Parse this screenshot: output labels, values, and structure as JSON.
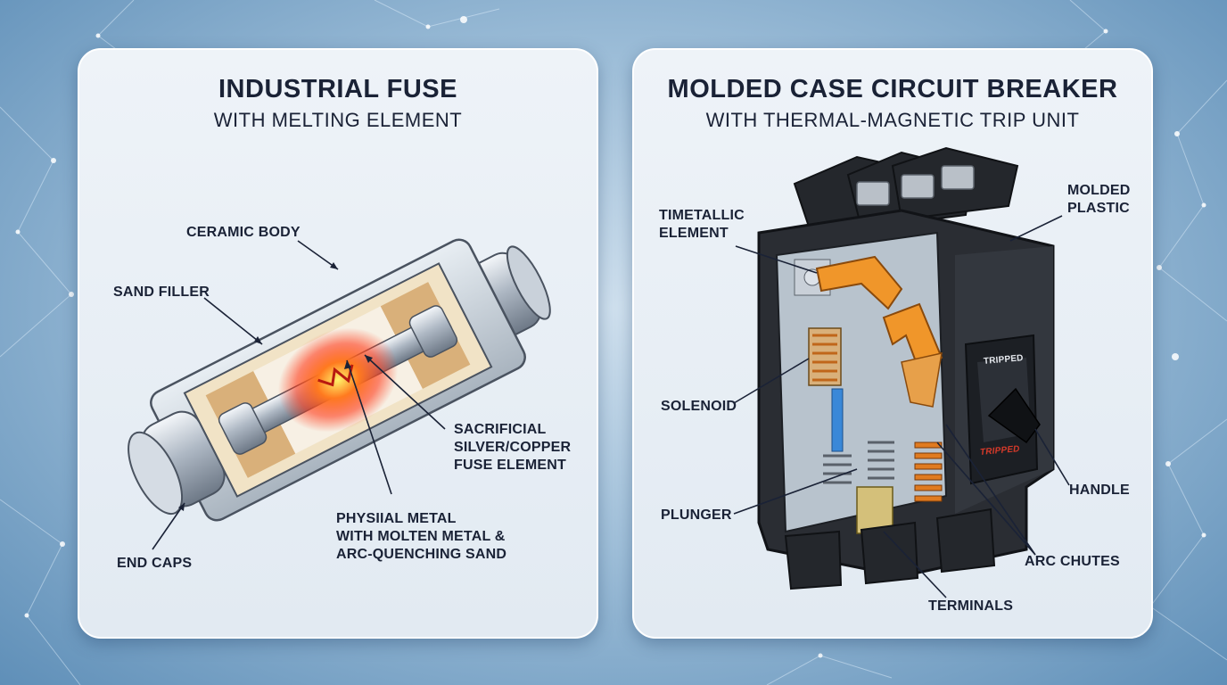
{
  "fuse_panel": {
    "title": "INDUSTRIAL FUSE",
    "subtitle": "WITH MELTING ELEMENT",
    "labels": {
      "ceramic_body": "CERAMIC BODY",
      "sand_filler": "SAND FILLER",
      "fuse_element": [
        "SACRIFICIAL",
        "SILVER/COPPER",
        "FUSE ELEMENT"
      ],
      "molten": [
        "PHYSIIAL METAL",
        "WITH MOLTEN METAL &",
        "ARC-QUENCHING SAND"
      ],
      "end_caps": "END CAPS"
    }
  },
  "breaker_panel": {
    "title": "MOLDED CASE CIRCUIT BREAKER",
    "subtitle": "WITH THERMAL-MAGNETIC TRIP UNIT",
    "labels": {
      "bimetallic": [
        "TIMETALLIC",
        "ELEMENT"
      ],
      "molded_plastic": [
        "MOLDED",
        "PLASTIC"
      ],
      "solenoid": "SOLENOID",
      "plunger": "PLUNGER",
      "handle": "HANDLE",
      "arc_chutes": "ARC CHUTES",
      "terminals": "TERMINALS"
    },
    "handle_state_text": "TRIPPED",
    "handle_state_text_2": "TRIPPED"
  },
  "colors": {
    "accent_hot": "#ff5a1f",
    "breaker_body": "#2a2d33",
    "trip_orange": "#f0962a",
    "text_dark": "#1a2236"
  }
}
